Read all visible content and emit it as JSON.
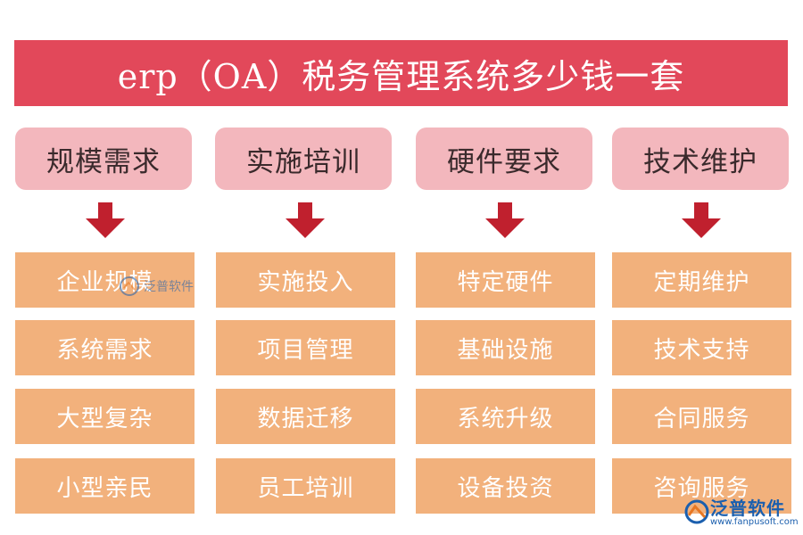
{
  "title": "erp（OA）税务管理系统多少钱一套",
  "colors": {
    "title_bg": "#e2485a",
    "header_bg": "#f3b7bd",
    "arrow": "#c0202e",
    "cell_bg": "#f2b17c",
    "brand_blue": "#1b5fae"
  },
  "columns": [
    {
      "header": "规模需求",
      "items": [
        "企业规模",
        "系统需求",
        "大型复杂",
        "小型亲民"
      ]
    },
    {
      "header": "实施培训",
      "items": [
        "实施投入",
        "项目管理",
        "数据迁移",
        "员工培训"
      ]
    },
    {
      "header": "硬件要求",
      "items": [
        "特定硬件",
        "基础设施",
        "系统升级",
        "设备投资"
      ]
    },
    {
      "header": "技术维护",
      "items": [
        "定期维护",
        "技术支持",
        "合同服务",
        "咨询服务"
      ]
    }
  ],
  "watermark": {
    "name": "泛普软件"
  },
  "logo": {
    "name": "泛普软件",
    "url": "www.fanpusoft.com"
  }
}
